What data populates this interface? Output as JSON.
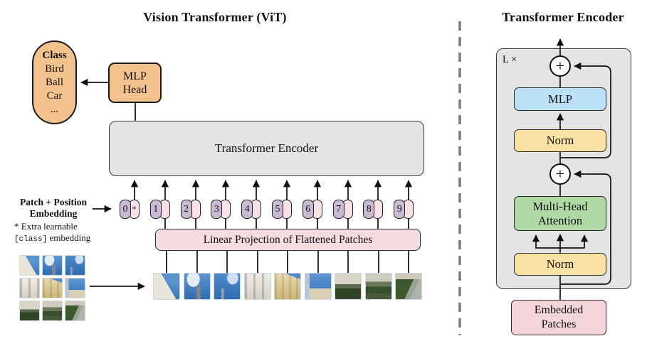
{
  "left_panel": {
    "title": "Vision Transformer (ViT)",
    "class_pill": {
      "header": "Class",
      "items": [
        "Bird",
        "Ball",
        "Car",
        "..."
      ]
    },
    "mlp_head_lines": [
      "MLP",
      "Head"
    ],
    "encoder_label": "Transformer Encoder",
    "patch_position_label": [
      "Patch + Position",
      "Embedding"
    ],
    "footnote": {
      "line1": "* Extra learnable",
      "class_token": "[class]",
      "line2_rest": "embedding"
    },
    "linear_projection_label": "Linear Projection of Flattened Patches",
    "tokens": [
      {
        "label": "0",
        "extra": "*"
      },
      {
        "label": "1",
        "extra": ""
      },
      {
        "label": "2",
        "extra": ""
      },
      {
        "label": "3",
        "extra": ""
      },
      {
        "label": "4",
        "extra": ""
      },
      {
        "label": "5",
        "extra": ""
      },
      {
        "label": "6",
        "extra": ""
      },
      {
        "label": "7",
        "extra": ""
      },
      {
        "label": "8",
        "extra": ""
      },
      {
        "label": "9",
        "extra": ""
      }
    ],
    "patch_count": 9
  },
  "right_panel": {
    "title": "Transformer Encoder",
    "loop_label": "L ×",
    "plus_symbol": "+",
    "mlp_label": "MLP",
    "norm_label_top": "Norm",
    "mha_lines": [
      "Multi-Head",
      "Attention"
    ],
    "norm_label_bottom": "Norm",
    "embedded_lines": [
      "Embedded",
      "Patches"
    ]
  },
  "colors": {
    "orange": "#F4C28C",
    "purple": "#C9BBD6",
    "pink_token": "#F7E1E6",
    "pink_box": "#F6DCE1",
    "pink_embed": "#F3D5DA",
    "gray_box": "#E4E4E4",
    "blue": "#BCE0F5",
    "yellow": "#F9E2A3",
    "green": "#B0D9A6",
    "divider": "#7A7A7A"
  }
}
